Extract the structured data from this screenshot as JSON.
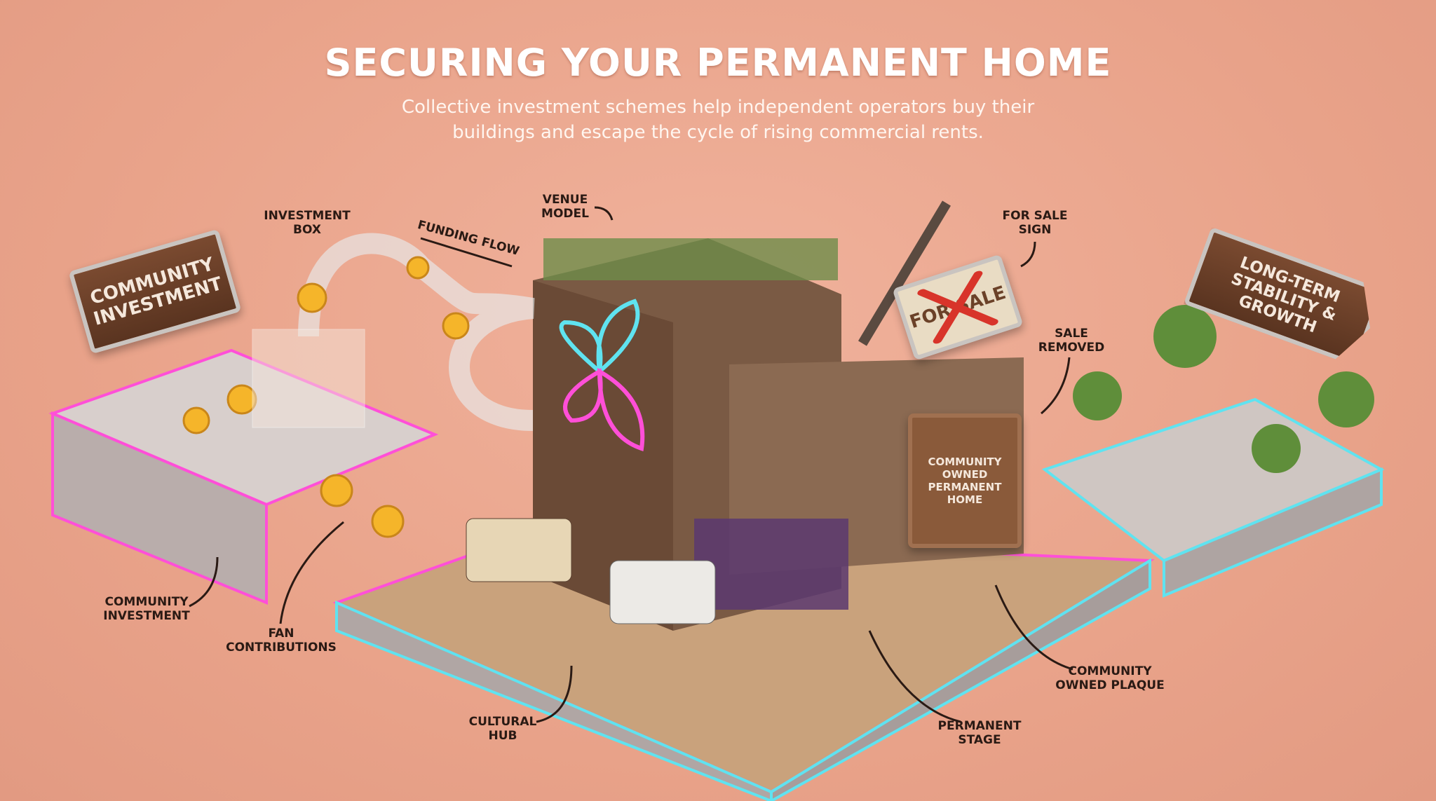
{
  "header": {
    "title": "SECURING YOUR PERMANENT HOME",
    "subtitle_line1": "Collective investment schemes help independent operators buy their",
    "subtitle_line2": "buildings and escape the cycle of rising commercial rents."
  },
  "callouts": {
    "investment_box": "INVESTMENT\nBOX",
    "funding_flow": "FUNDING FLOW",
    "venue_model": "VENUE\nMODEL",
    "for_sale_sign": "FOR SALE\nSIGN",
    "sale_removed": "SALE\nREMOVED",
    "community_investment": "COMMUNITY\nINVESTMENT",
    "fan_contributions": "FAN\nCONTRIBUTIONS",
    "cultural_hub": "CULTURAL\nHUB",
    "permanent_stage": "PERMANENT\nSTAGE",
    "community_owned_plaque": "COMMUNITY\nOWNED PLAQUE"
  },
  "signs": {
    "community_investment": "COMMUNITY\nINVESTMENT",
    "long_term": "LONG-TERM\nSTABILITY & GROWTH",
    "for_sale": "FOR SALE",
    "plaque": "COMMUNITY OWNED\nPERMANENT HOME"
  },
  "colors": {
    "background": "#e9a38a",
    "neon_pink": "#ff4fd8",
    "neon_cyan": "#5fe3f0",
    "wood": "#6b4128"
  }
}
